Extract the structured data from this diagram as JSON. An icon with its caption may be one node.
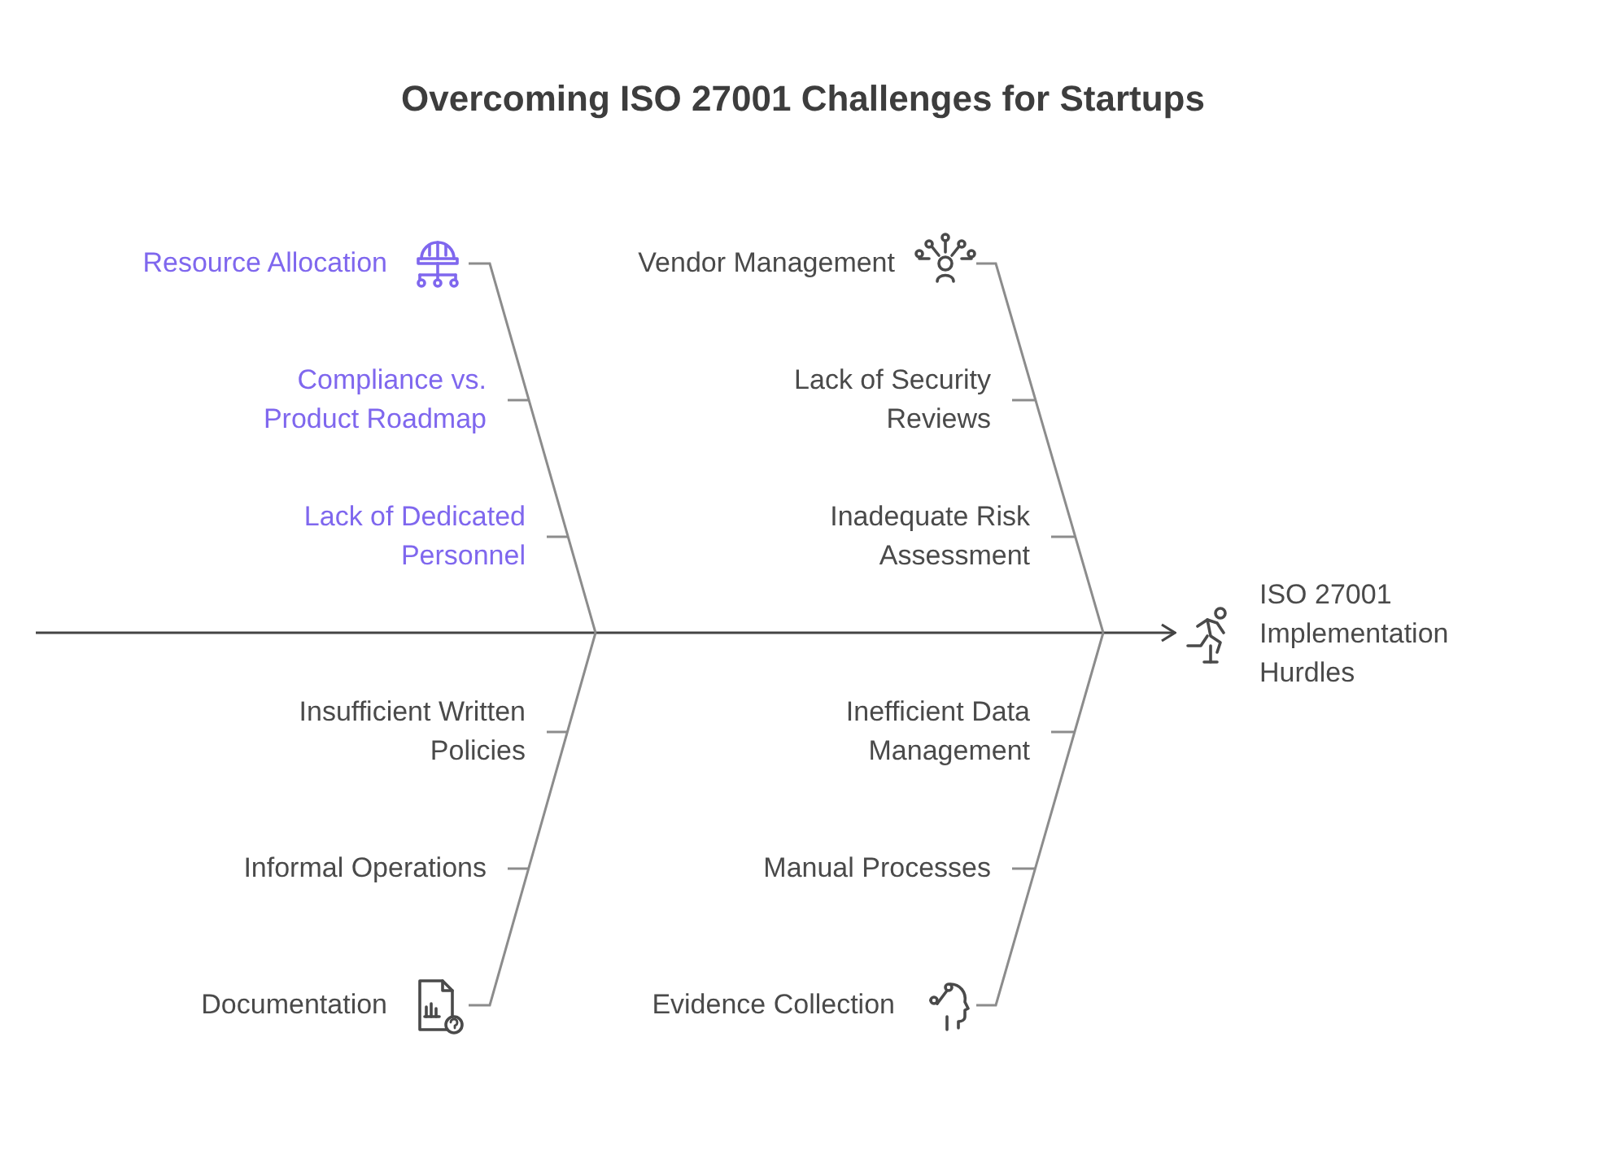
{
  "diagram": {
    "title": "Overcoming ISO 27001 Challenges for Startups",
    "nodes": [
      {
        "text": [
          "Resource Allocation"
        ]
      },
      {
        "text": [
          "Compliance vs. Product Roadmap"
        ]
      },
      {
        "text": [
          "Lack of Dedicated Personnel"
        ]
      },
      {
        "text": [
          "Vendor Management"
        ]
      },
      {
        "text": [
          "Lack of Security Reviews"
        ]
      },
      {
        "text": [
          "Inadequate Risk Assessment"
        ]
      },
      {
        "text": [
          "Insufficient Written Policies"
        ]
      },
      {
        "text": [
          "Informal Operations"
        ]
      },
      {
        "text": [
          "Documentation"
        ]
      },
      {
        "text": [
          "Inefficient Data Management"
        ]
      },
      {
        "text": [
          "Manual Processes"
        ]
      },
      {
        "text": [
          "Evidence Collection"
        ]
      },
      {
        "text": [
          "ISO 27001 Implementation Hurdles"
        ]
      }
    ],
    "edges": [
      {
        "from": null,
        "to": 12,
        "arrow": "to",
        "color": "#444444"
      },
      {
        "from": 0,
        "to": null,
        "arrow": "none"
      },
      {
        "from": 1,
        "to": null,
        "arrow": "none"
      },
      {
        "from": 2,
        "to": null,
        "arrow": "none"
      },
      {
        "from": 3,
        "to": null,
        "arrow": "none"
      },
      {
        "from": 4,
        "to": null,
        "arrow": "none"
      },
      {
        "from": 5,
        "to": null,
        "arrow": "none"
      },
      {
        "from": 6,
        "to": null,
        "arrow": "none"
      },
      {
        "from": 7,
        "to": null,
        "arrow": "none"
      },
      {
        "from": 8,
        "to": null,
        "arrow": "none"
      },
      {
        "from": 9,
        "to": null,
        "arrow": "none"
      },
      {
        "from": 10,
        "to": null,
        "arrow": "none"
      },
      {
        "from": 11,
        "to": null,
        "arrow": "none"
      }
    ]
  }
}
